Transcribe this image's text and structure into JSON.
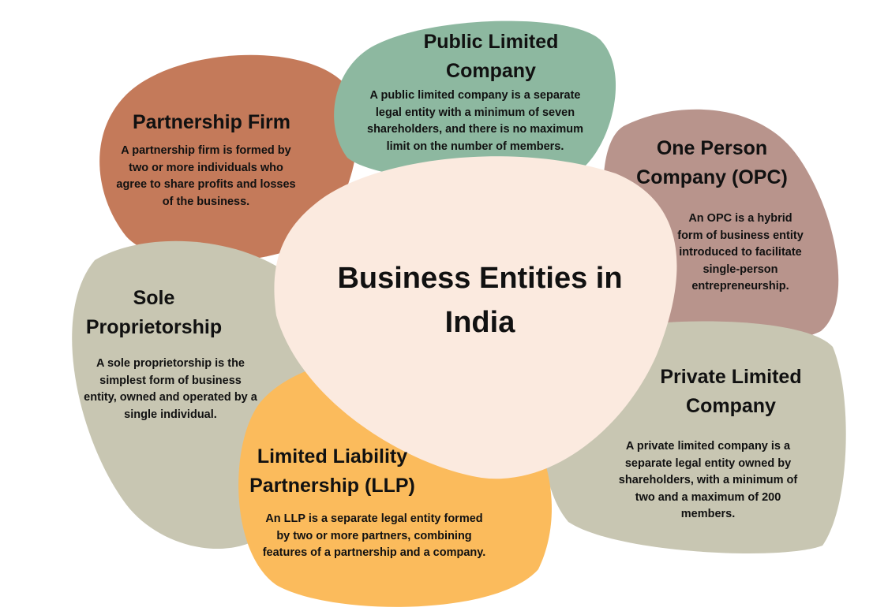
{
  "title": "Business Entities in India",
  "colors": {
    "partnership": "#c47a5a",
    "public": "#8db8a0",
    "opc": "#b8948c",
    "private": "#c8c6b2",
    "sole": "#c8c6b2",
    "llp": "#fbbb5c",
    "center": "#fbeadf"
  },
  "entities": {
    "partnership": {
      "title": "Partnership Firm",
      "description": "A partnership firm is formed by two or more individuals who agree to share profits and losses of the business."
    },
    "public": {
      "title": "Public Limited Company",
      "description": "A public limited company is a separate legal entity with a minimum of seven shareholders, and there is no maximum limit on the number of members."
    },
    "opc": {
      "title": "One Person Company (OPC)",
      "description": "An OPC is a hybrid form of business entity introduced to facilitate single-person entrepreneurship."
    },
    "private": {
      "title": "Private Limited Company",
      "description": "A private limited company is a separate legal entity owned by shareholders, with a minimum of two and a maximum of 200 members."
    },
    "sole": {
      "title": "Sole Proprietorship",
      "description": "A sole proprietorship is the simplest form of business entity, owned and operated by a single individual."
    },
    "llp": {
      "title": "Limited Liability Partnership (LLP)",
      "description": "An LLP is a separate legal entity formed by two or more partners, combining features of a partnership and a company."
    }
  }
}
